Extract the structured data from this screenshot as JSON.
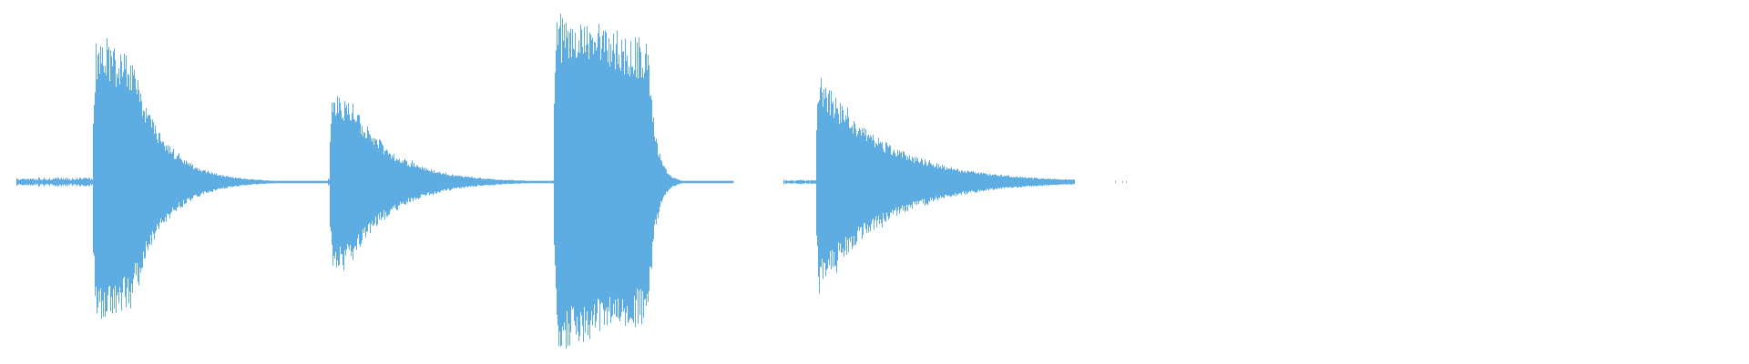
{
  "waveform": {
    "color": "#5dace2",
    "background": "#ffffff",
    "baseline": "center",
    "clips": [
      {
        "name": "clip-1",
        "shape": "sustain-decay",
        "peak": 0.72,
        "hold": 0.16,
        "decay": 0.58,
        "pre_noise": 0.02
      },
      {
        "name": "clip-2",
        "shape": "sustain-decay",
        "peak": 0.45,
        "hold": 0.1,
        "decay": 0.78,
        "pre_noise": 0.02
      },
      {
        "name": "clip-3",
        "shape": "sustained-release",
        "peak": 0.85,
        "hold": 0.52,
        "decay": 0.4,
        "pre_noise": 0.01
      },
      {
        "name": "clip-4",
        "shape": "pluck-decay",
        "peak": 0.6,
        "hold": 0.02,
        "decay": 0.95,
        "pre_noise": 0.01
      }
    ]
  }
}
